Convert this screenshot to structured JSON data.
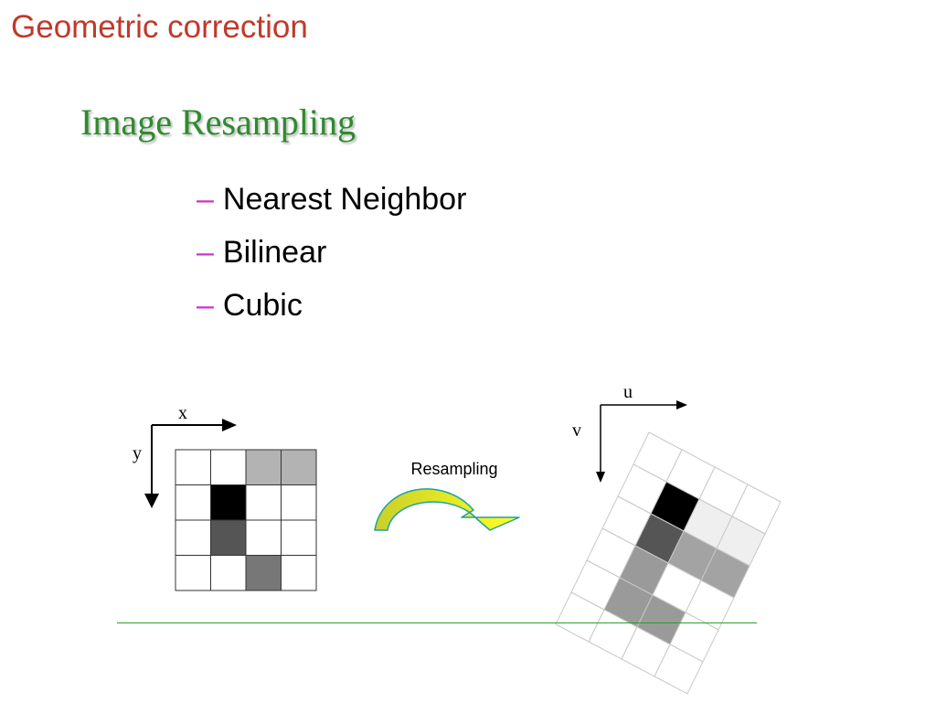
{
  "header": {
    "title": "Geometric correction"
  },
  "section": {
    "title": "Image Resampling"
  },
  "bullets": {
    "dash": "–",
    "items": [
      "Nearest Neighbor",
      "Bilinear",
      "Cubic"
    ]
  },
  "diagram": {
    "source_axes": {
      "x_label": "x",
      "y_label": "y"
    },
    "target_axes": {
      "u_label": "u",
      "v_label": "v"
    },
    "arrow_label": "Resampling",
    "source_grid": [
      [
        "#ffffff",
        "#ffffff",
        "#b3b3b3",
        "#b3b3b3"
      ],
      [
        "#ffffff",
        "#000000",
        "#ffffff",
        "#ffffff"
      ],
      [
        "#ffffff",
        "#555555",
        "#ffffff",
        "#ffffff"
      ],
      [
        "#ffffff",
        "#ffffff",
        "#777777",
        "#ffffff"
      ]
    ],
    "target_grid": [
      [
        "#ffffff",
        "#ffffff",
        "#ffffff",
        "#ffffff"
      ],
      [
        "#ffffff",
        "#000000",
        "#efefef",
        "#efefef"
      ],
      [
        "#ffffff",
        "#555555",
        "#a3a3a3",
        "#a3a3a3"
      ],
      [
        "#ffffff",
        "#9a9a9a",
        "#ffffff",
        "#ffffff"
      ],
      [
        "#ffffff",
        "#9a9a9a",
        "#9a9a9a",
        "#ffffff"
      ],
      [
        "#ffffff",
        "#ffffff",
        "#ffffff",
        "#ffffff"
      ]
    ],
    "colors": {
      "header": "#c0392b",
      "section": "#2e8b2e",
      "dash": "#cc33cc",
      "arrow_fill_start": "#c9cf2a",
      "arrow_fill_end": "#ffff22",
      "divider": "#2e9a2e"
    }
  }
}
